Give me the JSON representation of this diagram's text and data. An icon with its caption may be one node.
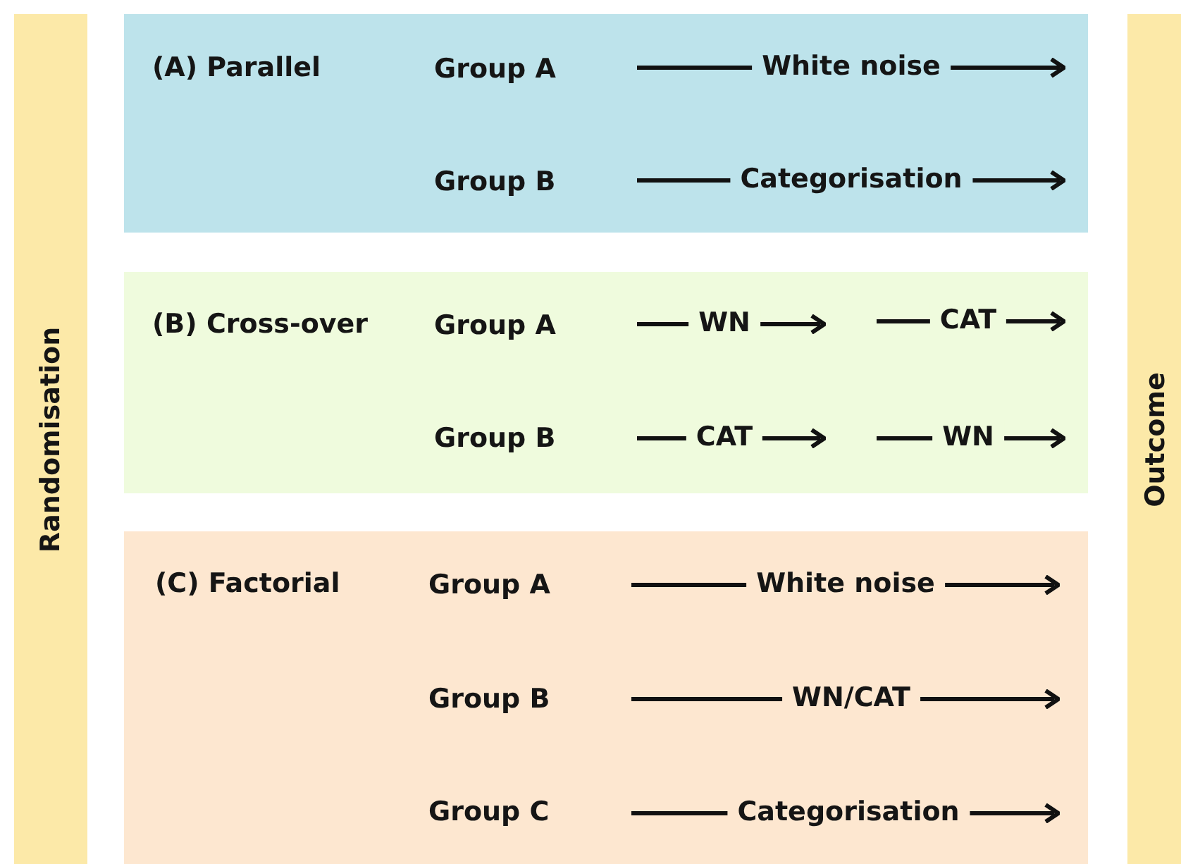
{
  "diagram": {
    "nodes": [
      {
        "text": [
          "Randomisation"
        ]
      },
      {
        "text": [
          "(A) Parallel"
        ]
      },
      {
        "text": [
          "Group A"
        ],
        "in": 1
      },
      {
        "text": [
          "Group B"
        ],
        "in": 1
      },
      {
        "text": [
          "(B) Cross-over"
        ]
      },
      {
        "text": [
          "Group A"
        ],
        "in": 4
      },
      {
        "text": [
          "Group B"
        ],
        "in": 4
      },
      {
        "text": [
          "(C) Factorial"
        ]
      },
      {
        "text": [
          "Group A"
        ],
        "in": 7
      },
      {
        "text": [
          "Group B"
        ],
        "in": 7
      },
      {
        "text": [
          "Group C"
        ],
        "in": 7
      },
      {
        "text": [
          "Outcome"
        ]
      }
    ],
    "labels": [
      "White noise",
      "Categorisation",
      "WN",
      "CAT",
      "CAT",
      "WN",
      "White noise",
      "WN/CAT",
      "Categorisation"
    ]
  }
}
